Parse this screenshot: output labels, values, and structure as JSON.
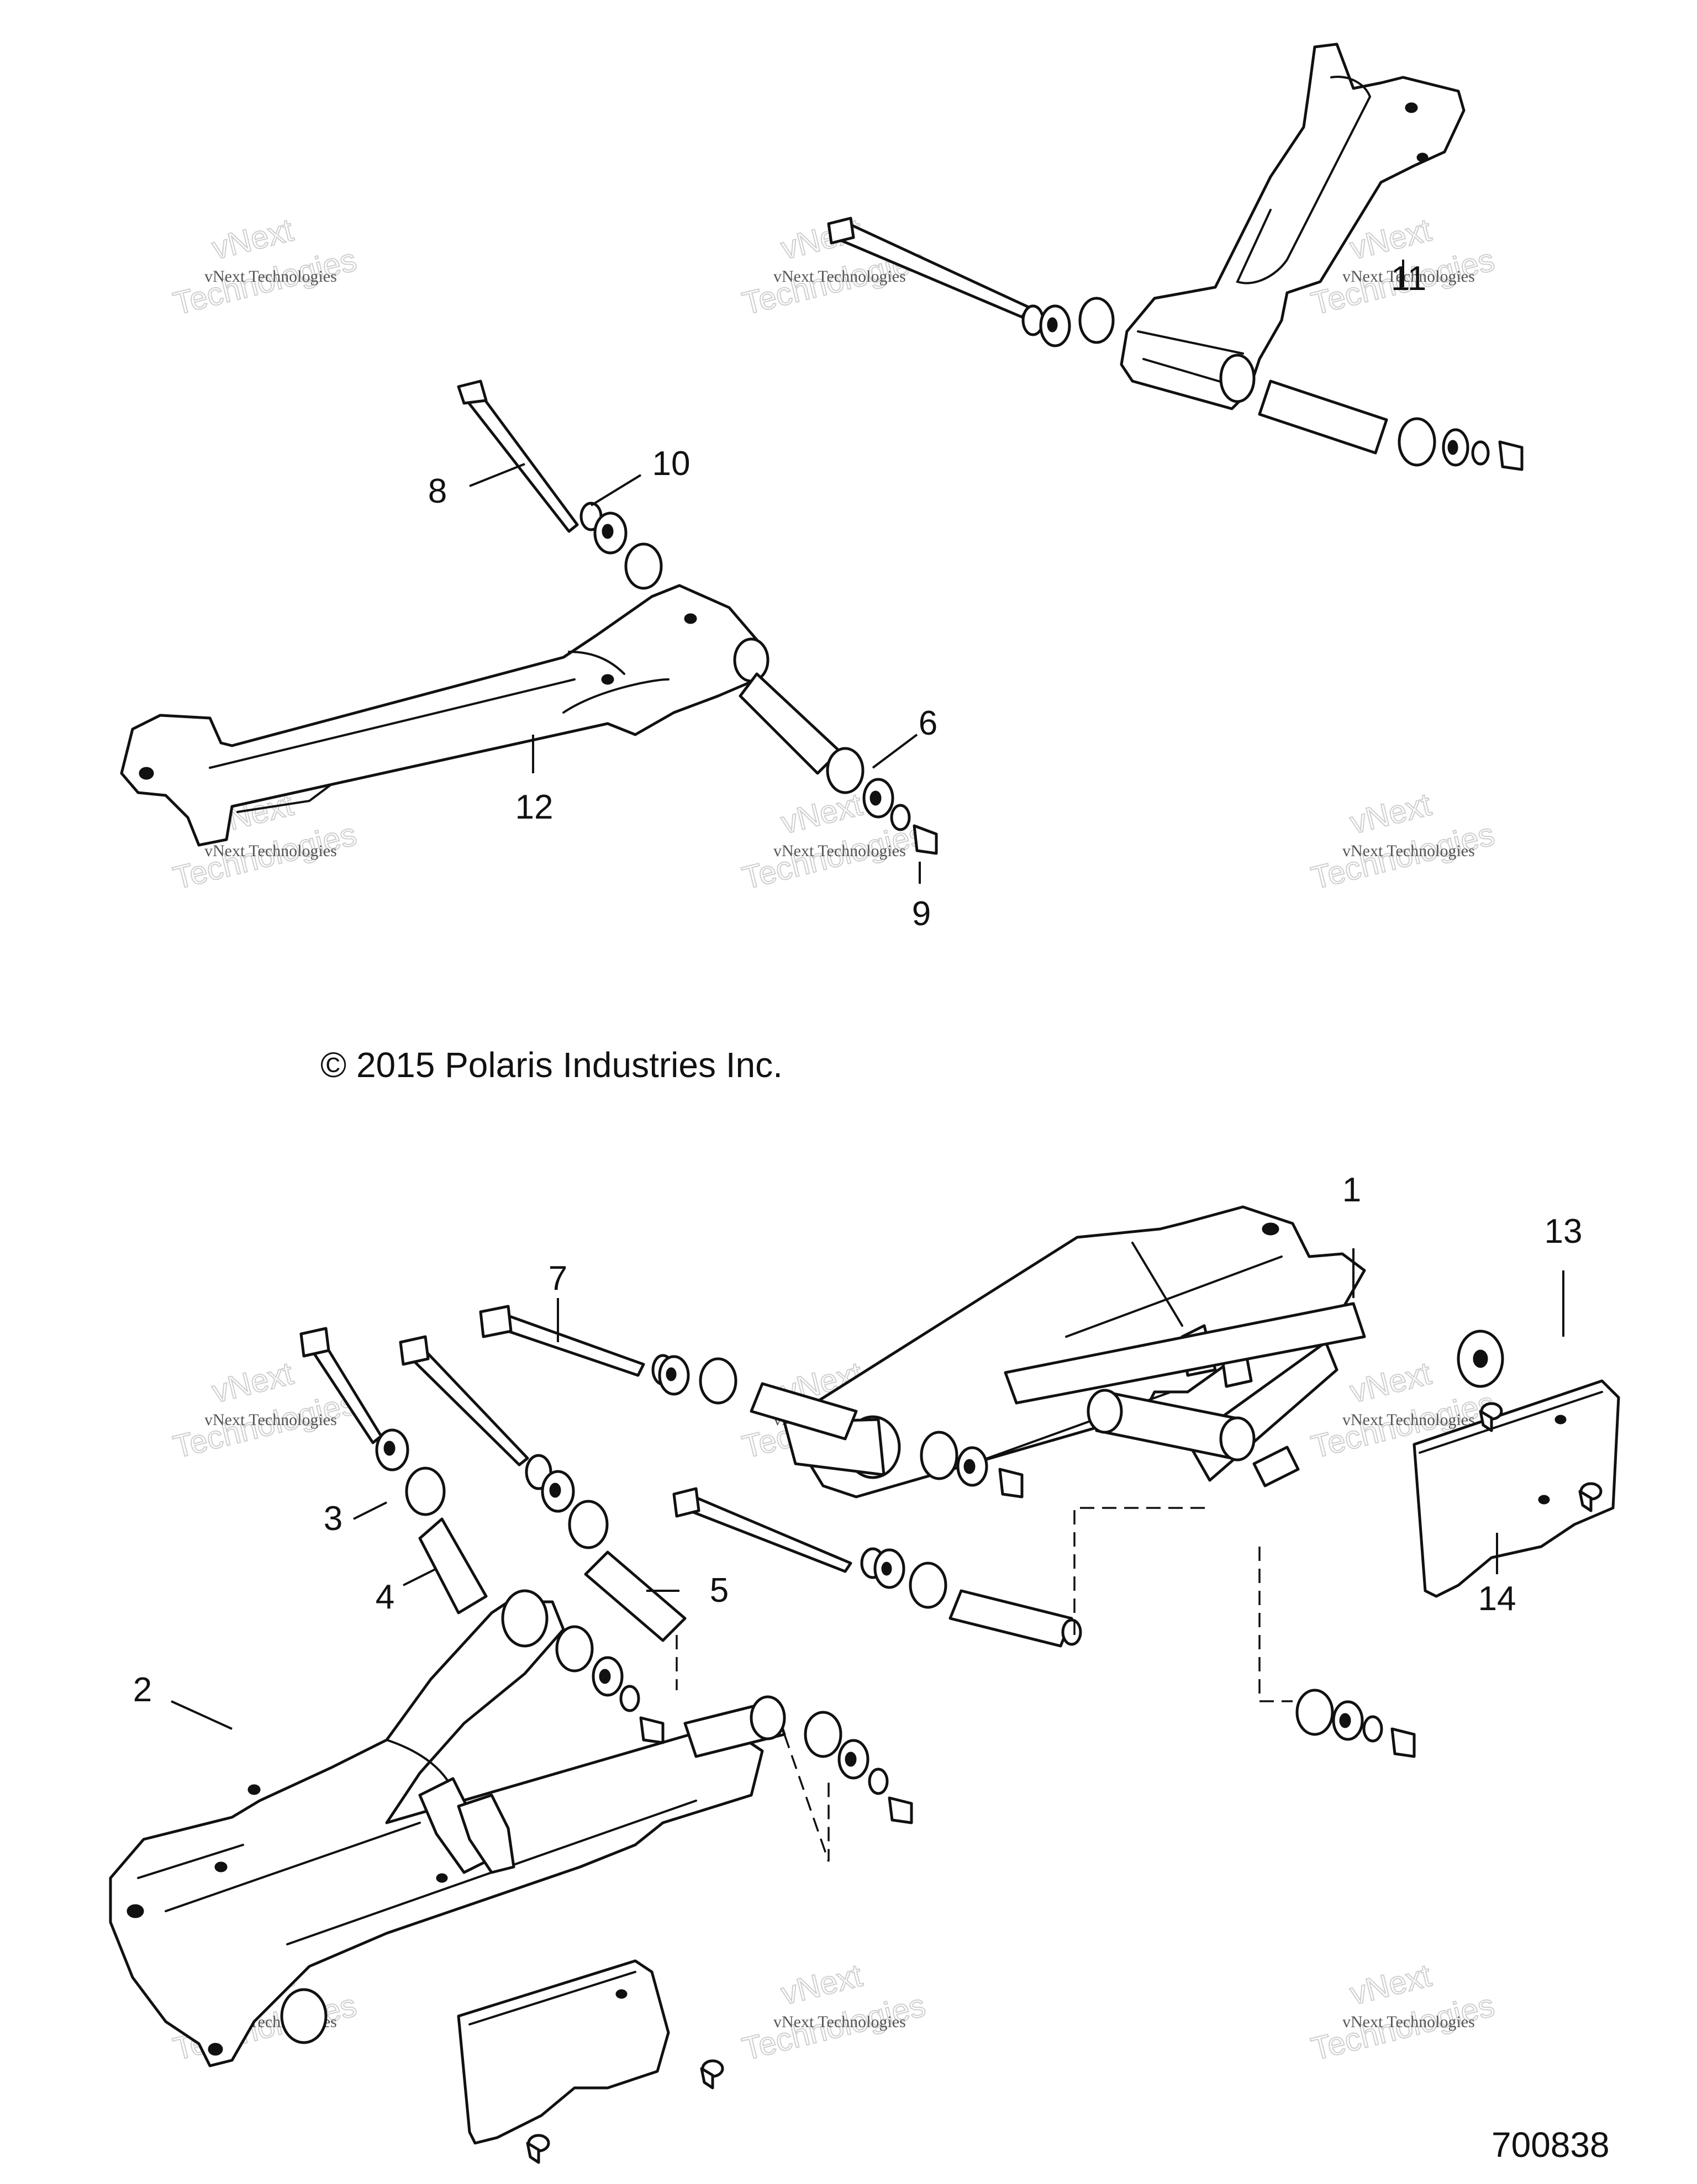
{
  "copyright": "© 2015 Polaris Industries Inc.",
  "diagram_number": "700838",
  "watermark": {
    "line1": "vNext Technologies",
    "ghost1": "vNext",
    "ghost2": "Technologies"
  },
  "callouts": {
    "c1": "1",
    "c2": "2",
    "c3": "3",
    "c4": "4",
    "c5": "5",
    "c6": "6",
    "c7": "7",
    "c8": "8",
    "c9": "9",
    "c10": "10",
    "c11": "11",
    "c12": "12",
    "c13": "13",
    "c14": "14"
  }
}
